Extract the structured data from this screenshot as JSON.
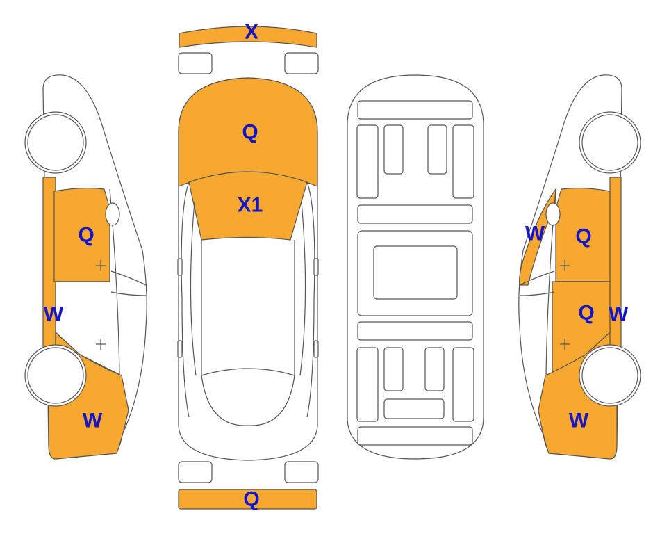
{
  "colors": {
    "damage_fill": "#F7A830",
    "code_text": "#1414C8",
    "outline": "#555555"
  },
  "labels": {
    "front_bumper": "X",
    "hood": "Q",
    "windshield": "X1",
    "rear_bumper": "Q",
    "left_front_door": "Q",
    "left_rocker": "W",
    "left_rear_quarter": "W",
    "right_a_pillar": "W",
    "right_front_door": "Q",
    "right_rear_door": "Q",
    "right_rocker": "W",
    "right_rear_quarter": "W"
  }
}
